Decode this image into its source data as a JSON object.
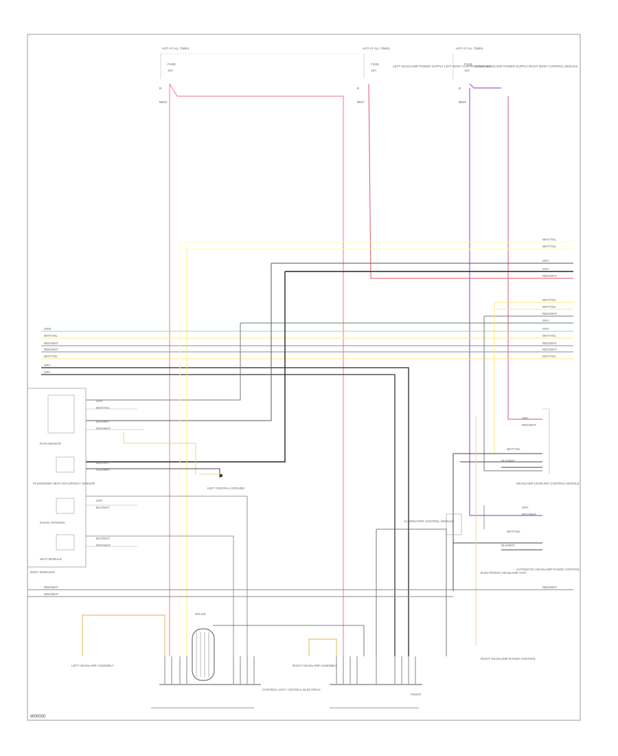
{
  "footer_code": "W00000",
  "top_fuses": [
    {
      "box": "HOT AT ALL TIMES",
      "fuse": "FUSE",
      "amps": "15A",
      "pin": "B",
      "conn": "BB33"
    },
    {
      "box": "HOT AT ALL TIMES",
      "fuse": "FUSE",
      "amps": "15A",
      "pin": "B",
      "conn": "BB27"
    },
    {
      "box": "HOT AT ALL TIMES",
      "fuse": "FUSE",
      "amps": "15A",
      "pin": "B",
      "conn": "BB31"
    }
  ],
  "fuse_notes": [
    "LEFT HEADLAMP POWER SUPPLY LEFT BODY CONTROL MODULE",
    "RIGHT HEADLAMP POWER SUPPLY RIGHT BODY CONTROL MODULE"
  ],
  "bus_wire_labels": [
    "WHT/YEL",
    "WHT/YEL",
    "GRY",
    "GRY",
    "RED/WHT",
    "WHT/YEL",
    "WHT/YEL",
    "RED/WHT",
    "GRY",
    "GRY",
    "WHT/YEL",
    "RED/WHT",
    "RED/WHT",
    "WHT/YEL"
  ],
  "left_bus_labels": [
    "GRN",
    "WHT/YEL",
    "RED/WHT",
    "RED/WHT",
    "WHT/YEL",
    "GRY",
    "GRY"
  ],
  "left_modules": [
    {
      "name": "RAIN SENSOR",
      "wires": [
        "GRY",
        "WHT/YEL",
        "BLK/WHT",
        "RED/WHT"
      ]
    },
    {
      "name": "PASSENGER SEAT OCCUPANCY SENSOR",
      "wires": [
        "BLK/WHT",
        "RED/WHT"
      ]
    },
    {
      "name": "RADIO ANTENNA",
      "wires": [
        "GRY",
        "BLK/WHT"
      ]
    },
    {
      "name": "SEAT MODULE",
      "wires": [
        "BLK/WHT",
        "RED/WHT"
      ]
    }
  ],
  "left_group_label": "BODY MODULES",
  "center_label": "LEFT CENTRAL GROUND",
  "right_modules": [
    {
      "name": "HEADLAMP LEVELING CONTROL MODULE",
      "wires": [
        "GRY",
        "RED/WHT",
        "WHT/YEL",
        "BLK/WHT"
      ]
    },
    {
      "name": "AUTOMATIC HEADLAMP RANGE CONTROL",
      "wires": [
        "GRY",
        "RED/WHT",
        "WHT/YEL",
        "BLK/WHT"
      ]
    },
    {
      "name": "ALTERNATOR CONTROL MODULE",
      "wires": []
    },
    {
      "name": "ELECTRONIC HEADLAMP UNIT",
      "wires": []
    }
  ],
  "lower_labels": [
    "LEFT HEADLAMP ASSEMBLY",
    "RIGHT HEADLAMP ASSEMBLY",
    "RIGHT HEADLAMP RANGE CONTROL"
  ],
  "bottom_connectors": [
    {
      "name": "CONTROL UNIT / CENTRAL ELECTRICS"
    },
    {
      "name": "FRONT"
    }
  ],
  "splice_label": "SPLICE",
  "bottom_bus_labels": [
    "RED/WHT",
    "RED/WHT",
    "RED/WHT"
  ]
}
